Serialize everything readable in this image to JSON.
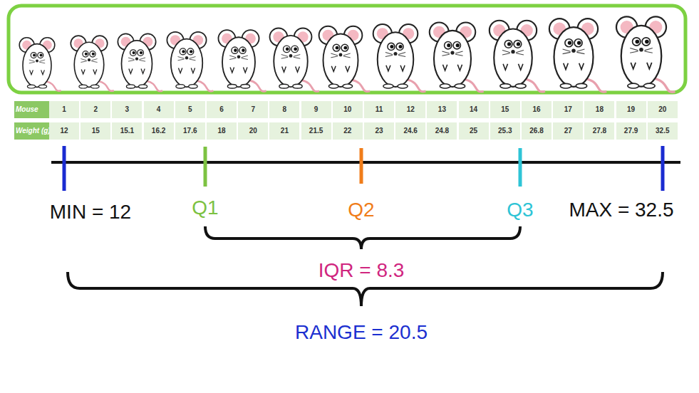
{
  "diagram": {
    "labels": [
      "Mouse",
      "1",
      "2",
      "3",
      "4",
      "5",
      "6",
      "7",
      "8",
      "9",
      "10",
      "11",
      "12",
      "13",
      "14",
      "15",
      "16",
      "17",
      "18",
      "19",
      "20",
      "Weight (g)",
      "12",
      "15",
      "15.1",
      "16.2",
      "17.6",
      "18",
      "20",
      "21",
      "21.5",
      "22",
      "23",
      "24.6",
      "24.8",
      "25",
      "25.3",
      "26.8",
      "27",
      "27.8",
      "27.9",
      "32.5",
      "MIN = 12",
      "Q1",
      "Q2",
      "Q3",
      "MAX = 32.5",
      "IQR = 8.3",
      "RANGE = 20.5"
    ]
  }
}
